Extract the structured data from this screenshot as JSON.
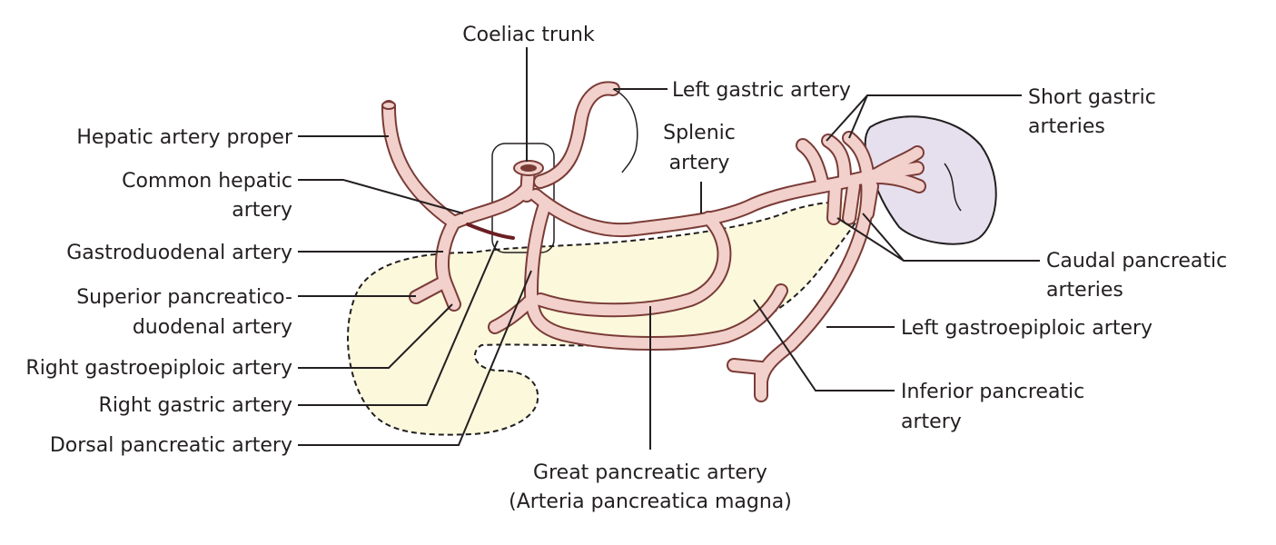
{
  "colors": {
    "pancreas_fill": "#fbf8dc",
    "pancreas_outline": "#231f20",
    "artery_fill": "#f2d0cb",
    "artery_outline": "#7a3b36",
    "spleen_fill": "#e6e0ee",
    "text": "#231f20"
  },
  "labels": {
    "coeliac_trunk": "Coeliac trunk",
    "left_gastric_artery": "Left gastric artery",
    "short_gastric_1": "Short gastric",
    "short_gastric_2": "arteries",
    "hepatic_artery_proper": "Hepatic artery proper",
    "splenic_1": "Splenic",
    "splenic_2": "artery",
    "common_hepatic_1": "Common hepatic",
    "common_hepatic_2": "artery",
    "gastroduodenal_artery": "Gastroduodenal artery",
    "caudal_pancreatic_1": "Caudal pancreatic",
    "caudal_pancreatic_2": "arteries",
    "superior_pd_1": "Superior pancreatico-",
    "superior_pd_2": "duodenal artery",
    "left_gastroepiploic_artery": "Left gastroepiploic artery",
    "right_gastroepiploic_artery": "Right gastroepiploic artery",
    "right_gastric_artery": "Right gastric artery",
    "inferior_pancreatic_1": "Inferior pancreatic",
    "inferior_pancreatic_2": "artery",
    "dorsal_pancreatic_artery": "Dorsal pancreatic artery",
    "great_pancreatic_1": "Great pancreatic artery",
    "great_pancreatic_2": "(Arteria pancreatica magna)"
  }
}
